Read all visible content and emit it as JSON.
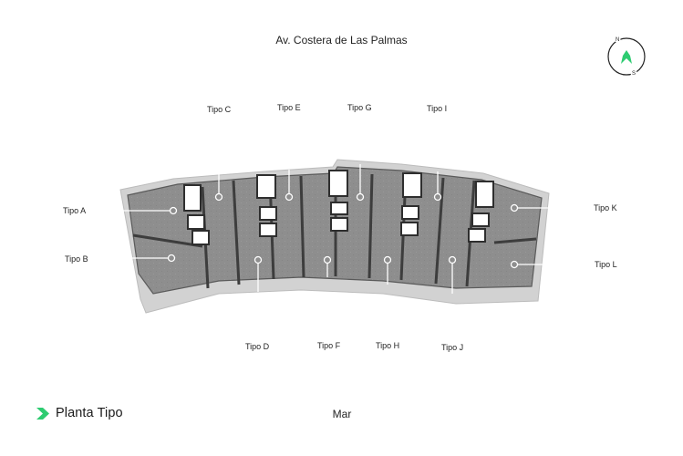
{
  "header": {
    "street_label": "Av. Costera de Las Palmas"
  },
  "footer": {
    "sea_label": "Mar",
    "brand_title": "Planta Tipo"
  },
  "compass": {
    "north": "N",
    "south": "S",
    "accent": "#2ecc71"
  },
  "units": [
    {
      "id": "a",
      "label": "Tipo A"
    },
    {
      "id": "b",
      "label": "Tipo B"
    },
    {
      "id": "c",
      "label": "Tipo C"
    },
    {
      "id": "d",
      "label": "Tipo D"
    },
    {
      "id": "e",
      "label": "Tipo E"
    },
    {
      "id": "f",
      "label": "Tipo F"
    },
    {
      "id": "g",
      "label": "Tipo G"
    },
    {
      "id": "h",
      "label": "Tipo H"
    },
    {
      "id": "i",
      "label": "Tipo I"
    },
    {
      "id": "j",
      "label": "Tipo J"
    },
    {
      "id": "k",
      "label": "Tipo K"
    },
    {
      "id": "l",
      "label": "Tipo L"
    }
  ],
  "colors": {
    "accent": "#2ecc71",
    "floor": "#8c8c8c",
    "building_outline": "#dadada",
    "leader": "#ffffff"
  }
}
